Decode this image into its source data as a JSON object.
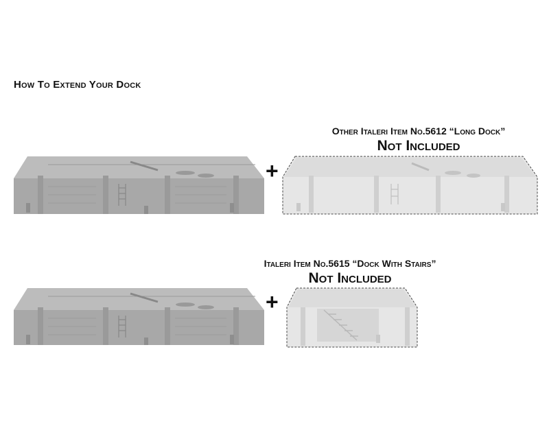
{
  "title": "How To Extend Your Dock",
  "sections": [
    {
      "caption_line1": "Other Italeri Item No.5612 “Long Dock”",
      "caption_line2": "Not Included"
    },
    {
      "caption_line1": "Italeri Item No.5615 “Dock With Stairs”",
      "caption_line2": "Not Included"
    }
  ],
  "plus_symbol": "+",
  "colors": {
    "dock_top": "#b9b9b9",
    "dock_front": "#a9a9a9",
    "ghost_top": "#e2e2e2",
    "ghost_front": "#d9d9d9",
    "outline": "#444444"
  }
}
